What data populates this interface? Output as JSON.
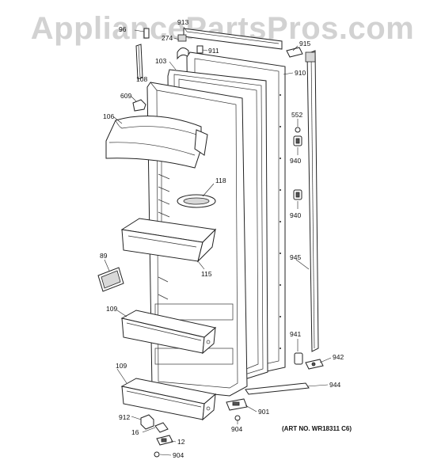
{
  "watermark": "AppliancePartsPros.com",
  "art_number": "(ART NO. WR18311 C6)",
  "callouts": {
    "c_96": "96",
    "c_913": "913",
    "c_274": "274",
    "c_911": "911",
    "c_915": "915",
    "c_103": "103",
    "c_910": "910",
    "c_108": "108",
    "c_609": "609",
    "c_552": "552",
    "c_106": "106",
    "c_940a": "940",
    "c_118": "118",
    "c_940b": "940",
    "c_89": "89",
    "c_945": "945",
    "c_115": "115",
    "c_109a": "109",
    "c_941": "941",
    "c_942": "942",
    "c_109b": "109",
    "c_944": "944",
    "c_901": "901",
    "c_912": "912",
    "c_904a": "904",
    "c_16": "16",
    "c_12": "12",
    "c_904b": "904"
  }
}
